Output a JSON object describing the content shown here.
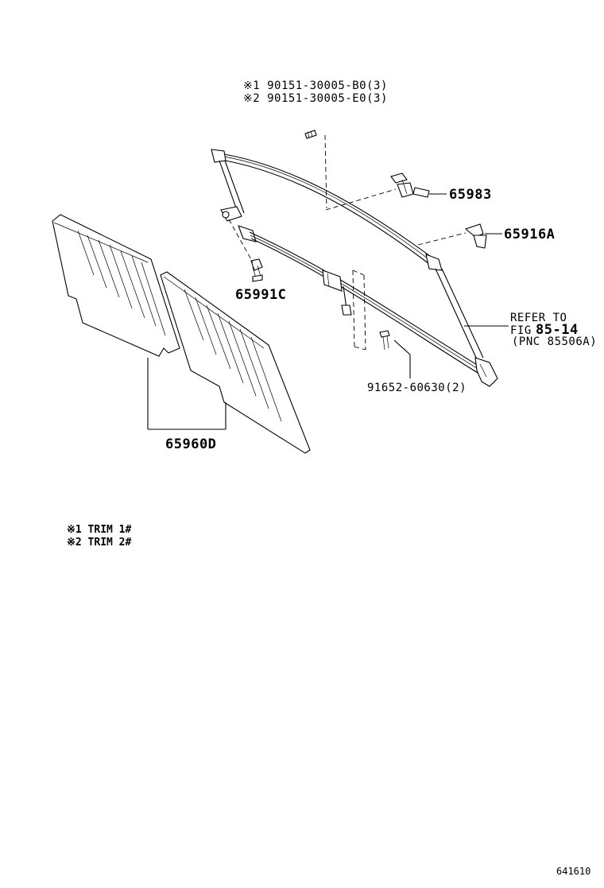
{
  "labels": {
    "bolt_trim1": "※1 90151-30005-B0(3)",
    "bolt_trim2": "※2 90151-30005-E0(3)",
    "part_65983": "65983",
    "part_65916A": "65916A",
    "part_65991C": "65991C",
    "part_65960D": "65960D",
    "refer_line1": "REFER TO",
    "refer_line2_prefix": "FIG",
    "refer_line2_fig": "85-14",
    "refer_line3": "(PNC 85506A)",
    "part_91652": "91652-60630(2)"
  },
  "notes": {
    "trim1": "※1 TRIM 1#",
    "trim2": "※2 TRIM 2#"
  },
  "figure_id": "641610"
}
